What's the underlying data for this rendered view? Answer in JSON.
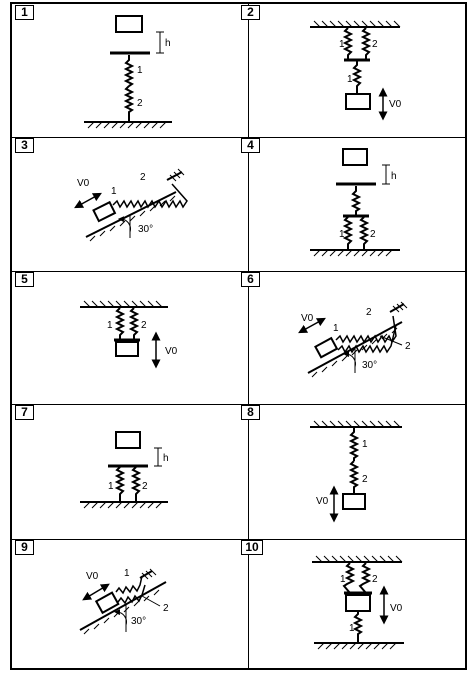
{
  "panels": [
    {
      "number": "1",
      "spring_labels": [
        "1",
        "2"
      ],
      "height_label": "h"
    },
    {
      "number": "2",
      "spring_labels": [
        "1",
        "2",
        "1"
      ],
      "velocity_label": "V0"
    },
    {
      "number": "3",
      "spring_labels": [
        "1",
        "2"
      ],
      "velocity_label": "V0",
      "angle_label": "30°"
    },
    {
      "number": "4",
      "spring_labels": [
        "1",
        "2"
      ],
      "height_label": "h"
    },
    {
      "number": "5",
      "spring_labels": [
        "1",
        "2"
      ],
      "velocity_label": "V0"
    },
    {
      "number": "6",
      "spring_labels": [
        "1",
        "2",
        "2"
      ],
      "velocity_label": "V0",
      "angle_label": "30°"
    },
    {
      "number": "7",
      "spring_labels": [
        "1",
        "2"
      ],
      "height_label": "h"
    },
    {
      "number": "8",
      "spring_labels": [
        "1",
        "2"
      ],
      "velocity_label": "V0"
    },
    {
      "number": "9",
      "spring_labels": [
        "1",
        "2"
      ],
      "velocity_label": "V0",
      "angle_label": "30°"
    },
    {
      "number": "10",
      "spring_labels": [
        "1",
        "2",
        "1"
      ],
      "velocity_label": "V0"
    }
  ]
}
